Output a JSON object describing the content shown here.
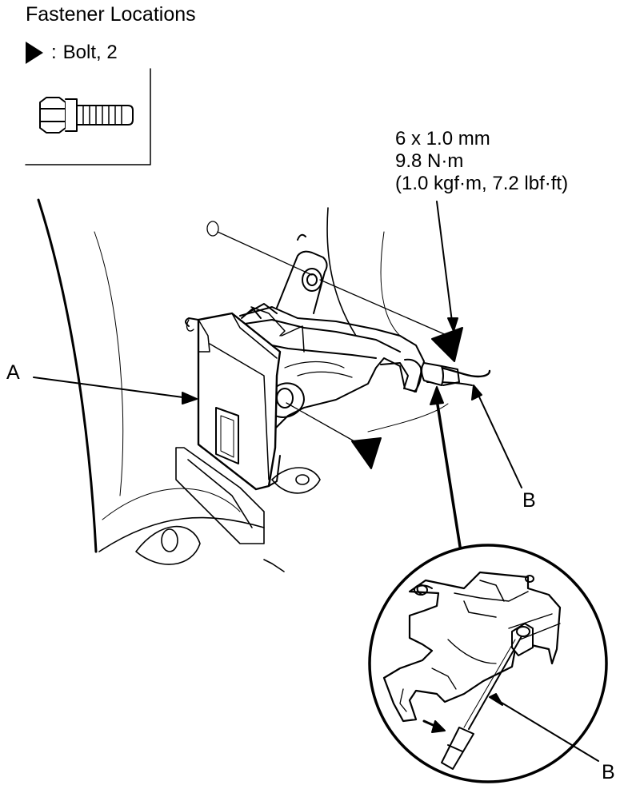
{
  "header": {
    "title": "Fastener Locations"
  },
  "legend": {
    "separator": ":",
    "text": "Bolt, 2",
    "symbol_icon": "black-triangle-icon"
  },
  "torque_spec": {
    "line1": "6 x 1.0 mm",
    "line2": "9.8 N·m",
    "line3": "(1.0 kgf·m, 7.2 lbf·ft)"
  },
  "callouts": {
    "a": "A",
    "b_main": "B",
    "b_detail": "B"
  }
}
